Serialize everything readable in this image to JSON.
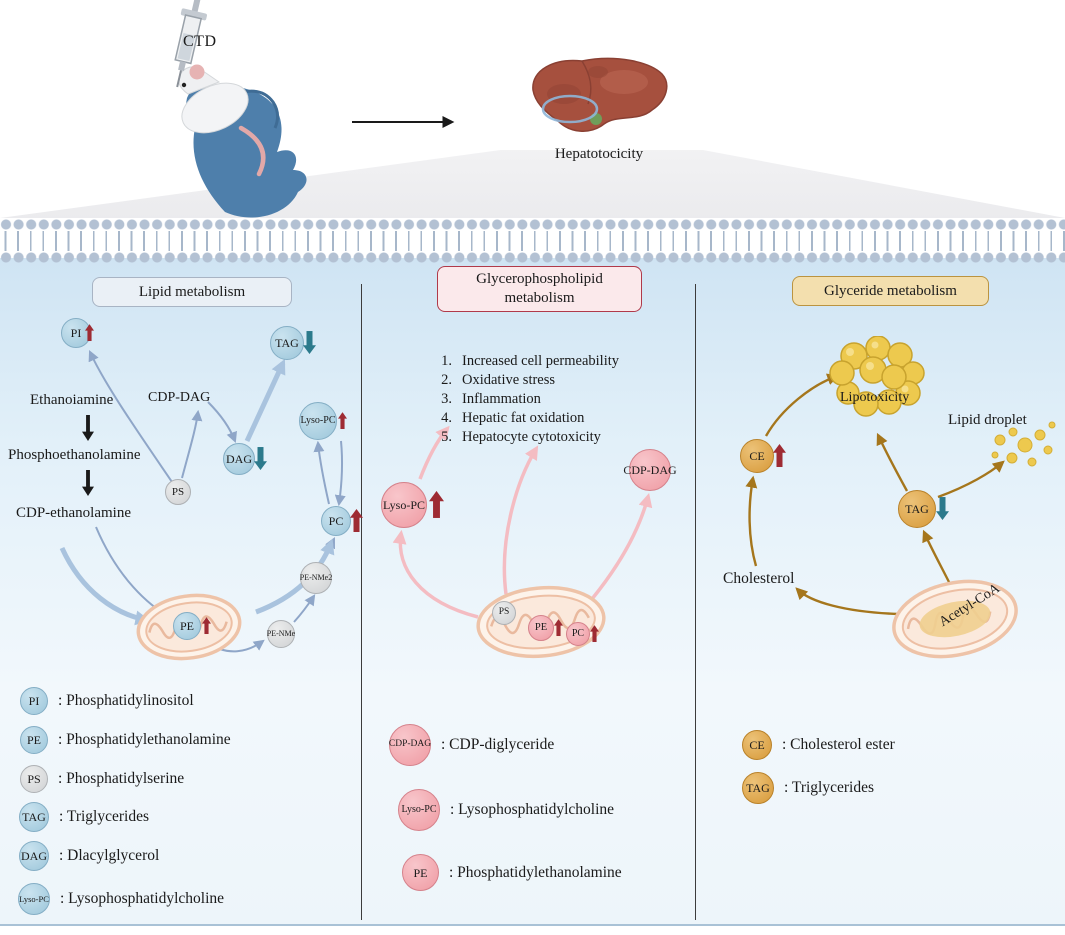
{
  "header": {
    "compound": "CTD",
    "outcome": "Hepatotocicity"
  },
  "panel1": {
    "title": "Lipid metabolism",
    "pathway": {
      "step1": "Ethanoiamine",
      "step2": "Phosphoethanolamine",
      "step3": "CDP-ethanolamine",
      "cdp_dag": "CDP-DAG"
    },
    "nodes": {
      "pi": "PI",
      "tag": "TAG",
      "dag": "DAG",
      "ps": "PS",
      "lyso_pc": "Lyso-PC",
      "pc": "PC",
      "pe_nme2": "PE-NMe2",
      "pe_nme": "PE-NMe",
      "pe": "PE"
    },
    "legend": [
      {
        "abbr": "PI",
        "text": ": Phosphatidylinositol"
      },
      {
        "abbr": "PE",
        "text": ": Phosphatidylethanolamine"
      },
      {
        "abbr": "PS",
        "text": ": Phosphatidylserine"
      },
      {
        "abbr": "TAG",
        "text": ": Triglycerides"
      },
      {
        "abbr": "DAG",
        "text": ": Dlacylglycerol"
      },
      {
        "abbr": "Lyso-PC",
        "text": ": Lysophosphatidylcholine"
      }
    ]
  },
  "panel2": {
    "title": "Glycerophospholipid metabolism",
    "effects": [
      {
        "num": "1.",
        "text": "Increased cell permeability"
      },
      {
        "num": "2.",
        "text": "Oxidative stress"
      },
      {
        "num": "3.",
        "text": "Inflammation"
      },
      {
        "num": "4.",
        "text": "Hepatic fat oxidation"
      },
      {
        "num": "5.",
        "text": "Hepatocyte cytotoxicity"
      }
    ],
    "nodes": {
      "lyso_pc": "Lyso-PC",
      "cdp_dag": "CDP-DAG",
      "ps": "PS",
      "pe": "PE",
      "pc": "PC"
    },
    "legend": [
      {
        "abbr": "CDP-DAG",
        "text": ": CDP-diglyceride"
      },
      {
        "abbr": "Lyso-PC",
        "text": ": Lysophosphatidylcholine"
      },
      {
        "abbr": "PE",
        "text": ": Phosphatidylethanolamine"
      }
    ]
  },
  "panel3": {
    "title": "Glyceride metabolism",
    "labels": {
      "lipotoxicity": "Lipotoxicity",
      "lipid_droplet": "Lipid droplet",
      "cholesterol": "Cholesterol",
      "acetyl_coa": "Acetyl-CoA"
    },
    "nodes": {
      "ce": "CE",
      "tag": "TAG"
    },
    "legend": [
      {
        "abbr": "CE",
        "text": ": Cholesterol ester"
      },
      {
        "abbr": "TAG",
        "text": ": Triglycerides"
      }
    ]
  },
  "colors": {
    "node_blue": "#9cc6da",
    "node_gray": "#d3d5d7",
    "node_pink": "#ef9aa2",
    "node_orange": "#d79938",
    "arrow_up": "#9e2b33",
    "arrow_down": "#2c7a8c",
    "path_blue": "#8fa6c8",
    "path_pink": "#f4bcc2",
    "path_brown": "#a5761c",
    "droplet_yellow": "#edc94e"
  }
}
